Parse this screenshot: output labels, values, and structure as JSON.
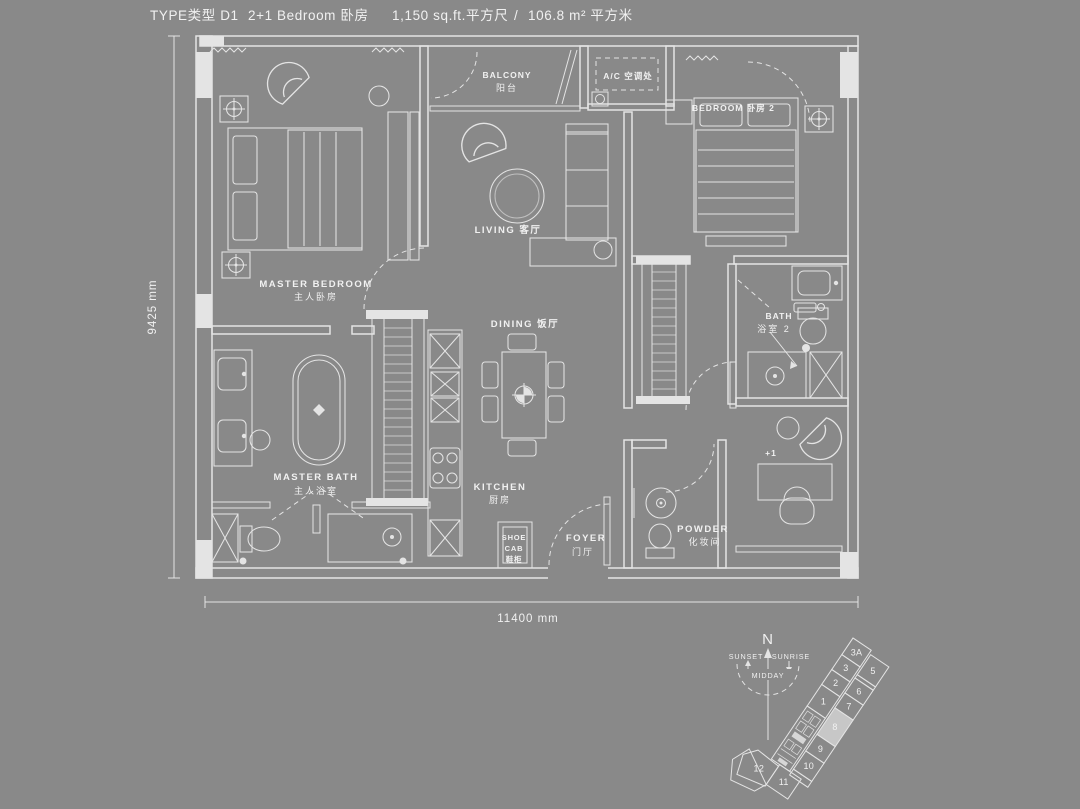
{
  "colors": {
    "background": "#898989",
    "line": "#e4e4e4",
    "text": "#f1f1f1",
    "highlight": "#c7c7c7"
  },
  "title": {
    "type": "TYPE类型 D1",
    "bedrooms": "2+1 Bedroom 卧房",
    "area_sqft": "1,150 sq.ft.平方尺",
    "separator": "/",
    "area_sqm": "106.8 m² 平方米"
  },
  "dimensions": {
    "vertical": "9425 mm",
    "horizontal": "11400 mm"
  },
  "rooms": {
    "master_bedroom": {
      "en": "MASTER BEDROOM",
      "zh": "主人卧房"
    },
    "balcony": {
      "en": "BALCONY",
      "zh": "阳台"
    },
    "ac": {
      "label": "A/C 空调处"
    },
    "bedroom2": {
      "label": "BEDROOM 卧房 2"
    },
    "living": {
      "label": "LIVING 客厅"
    },
    "dining": {
      "label": "DINING 饭厅"
    },
    "bath2": {
      "en": "BATH",
      "zh": "浴室 2"
    },
    "master_bath": {
      "en": "MASTER BATH",
      "zh": "主人浴室"
    },
    "kitchen": {
      "en": "KITCHEN",
      "zh": "厨房"
    },
    "shoe_cab": {
      "l1": "SHOE",
      "l2": "CAB",
      "l3": "鞋柜"
    },
    "foyer": {
      "en": "FOYER",
      "zh": "门厅"
    },
    "powder": {
      "en": "POWDER",
      "zh": "化妆间"
    },
    "plus_one": {
      "label": "+1"
    }
  },
  "compass": {
    "north": "N",
    "sunset": "SUNSET",
    "sunrise": "SUNRISE",
    "midday": "MIDDAY"
  },
  "keyplan": {
    "highlighted_unit": "8",
    "units": [
      {
        "label": "3A"
      },
      {
        "label": "3"
      },
      {
        "label": "2"
      },
      {
        "label": "1"
      },
      {
        "label": "5"
      },
      {
        "label": "6"
      },
      {
        "label": "7"
      },
      {
        "label": "8"
      },
      {
        "label": "9"
      },
      {
        "label": "10"
      },
      {
        "label": "11"
      },
      {
        "label": "12"
      }
    ]
  }
}
